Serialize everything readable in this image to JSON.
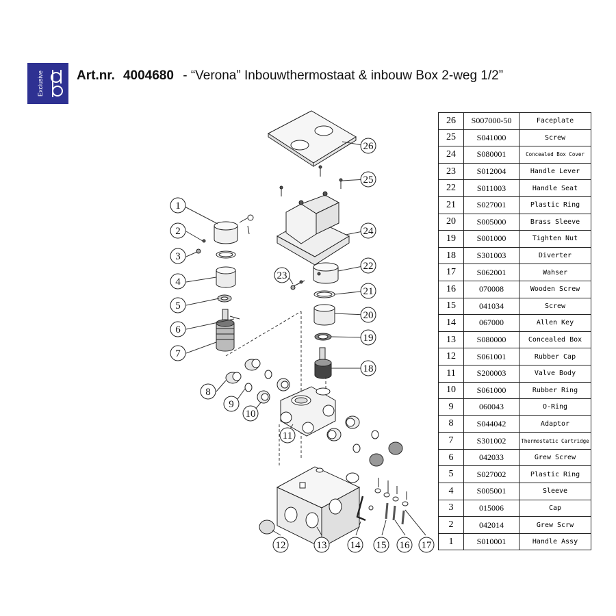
{
  "header": {
    "brand_vertical": "Exclusive",
    "art_label": "Art.nr.",
    "art_number": "4004680",
    "separator": "-",
    "product": "“Verona” Inbouwthermostaat & inbouw Box 2-weg 1/2”"
  },
  "callouts": [
    "1",
    "2",
    "3",
    "4",
    "5",
    "6",
    "7",
    "8",
    "9",
    "10",
    "11",
    "12",
    "13",
    "14",
    "15",
    "16",
    "17",
    "18",
    "19",
    "20",
    "21",
    "22",
    "23",
    "24",
    "25",
    "26"
  ],
  "parts_table": [
    {
      "num": "26",
      "code": "S007000-50",
      "desc": "Faceplate"
    },
    {
      "num": "25",
      "code": "S041000",
      "desc": "Screw"
    },
    {
      "num": "24",
      "code": "S080001",
      "desc": "Concealed Box Cover"
    },
    {
      "num": "23",
      "code": "S012004",
      "desc": "Handle Lever"
    },
    {
      "num": "22",
      "code": "S011003",
      "desc": "Handle Seat"
    },
    {
      "num": "21",
      "code": "S027001",
      "desc": "Plastic Ring"
    },
    {
      "num": "20",
      "code": "S005000",
      "desc": "Brass Sleeve"
    },
    {
      "num": "19",
      "code": "S001000",
      "desc": "Tighten Nut"
    },
    {
      "num": "18",
      "code": "S301003",
      "desc": "Diverter"
    },
    {
      "num": "17",
      "code": "S062001",
      "desc": "Wahser"
    },
    {
      "num": "16",
      "code": "070008",
      "desc": "Wooden Screw"
    },
    {
      "num": "15",
      "code": "041034",
      "desc": "Screw"
    },
    {
      "num": "14",
      "code": "067000",
      "desc": "Allen Key"
    },
    {
      "num": "13",
      "code": "S080000",
      "desc": "Concealed Box"
    },
    {
      "num": "12",
      "code": "S061001",
      "desc": "Rubber Cap"
    },
    {
      "num": "11",
      "code": "S200003",
      "desc": "Valve Body"
    },
    {
      "num": "10",
      "code": "S061000",
      "desc": "Rubber Ring"
    },
    {
      "num": "9",
      "code": "060043",
      "desc": "O-Ring"
    },
    {
      "num": "8",
      "code": "S044042",
      "desc": "Adaptor"
    },
    {
      "num": "7",
      "code": "S301002",
      "desc": "Thermostatic Cartridge"
    },
    {
      "num": "6",
      "code": "042033",
      "desc": "Grew Screw"
    },
    {
      "num": "5",
      "code": "S027002",
      "desc": "Plastic Ring"
    },
    {
      "num": "4",
      "code": "S005001",
      "desc": "Sleeve"
    },
    {
      "num": "3",
      "code": "015006",
      "desc": "Cap"
    },
    {
      "num": "2",
      "code": "042014",
      "desc": "Grew Scrw"
    },
    {
      "num": "1",
      "code": "S010001",
      "desc": "Handle Assy"
    }
  ],
  "colors": {
    "logo_bg": "#2e3192",
    "line": "#222222",
    "part_fill": "#f2f2f2",
    "dark_part": "#555555"
  }
}
